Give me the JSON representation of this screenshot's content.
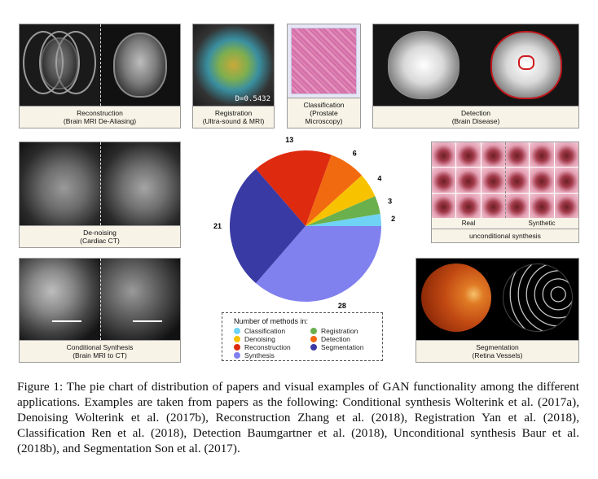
{
  "panels": {
    "reconstruction": {
      "title": "Reconstruction",
      "subtitle": "(Brain MRI De-Aliasing)"
    },
    "registration": {
      "title": "Registration",
      "subtitle": "(Ultra-sound & MRI)",
      "overlay": "D=0.5432"
    },
    "classification": {
      "title": "Classification",
      "subtitle1": "(Prostate",
      "subtitle2": "Microscopy)"
    },
    "detection": {
      "title": "Detection",
      "subtitle": "(Brain Disease)"
    },
    "denoising": {
      "title": "De-noising",
      "subtitle": "(Cardiac CT)"
    },
    "unconditional": {
      "real": "Real",
      "synthetic": "Synthetic",
      "title": "unconditional synthesis"
    },
    "conditional": {
      "title": "Conditional Synthesis",
      "subtitle": "(Brain MRI to CT)"
    },
    "segmentation": {
      "title": "Segmentation",
      "subtitle": "(Retina Vessels)"
    }
  },
  "legend": {
    "title": "Number of methods in:",
    "items": [
      {
        "label": "Classification",
        "color": "#6fd3f5"
      },
      {
        "label": "Registration",
        "color": "#6ab04c"
      },
      {
        "label": "Denoising",
        "color": "#f7c300"
      },
      {
        "label": "Detection",
        "color": "#f26a10"
      },
      {
        "label": "Reconstruction",
        "color": "#de2a0e"
      },
      {
        "label": "Segmentation",
        "color": "#3a3aa4"
      },
      {
        "label": "Synthesis",
        "color": "#8080ee"
      }
    ]
  },
  "chart_data": {
    "type": "pie",
    "categories": [
      "Classification",
      "Registration",
      "Denoising",
      "Detection",
      "Reconstruction",
      "Segmentation",
      "Synthesis"
    ],
    "values": [
      2,
      3,
      4,
      6,
      13,
      21,
      28
    ],
    "colors": [
      "#6fd3f5",
      "#6ab04c",
      "#f7c300",
      "#f26a10",
      "#de2a0e",
      "#3a3aa4",
      "#8080ee"
    ],
    "title": "",
    "legend_placement": "bottom"
  },
  "caption": "Figure 1: The pie chart of distribution of papers and visual examples of GAN functionality among the different applications. Examples are taken from papers as the following: Conditional synthesis Wolterink et al. (2017a), Denoising Wolterink et al. (2017b), Reconstruction Zhang et al. (2018), Registration Yan et al. (2018), Classification Ren et al. (2018), Detection Baumgartner et al. (2018), Unconditional synthesis Baur et al. (2018b), and Segmentation Son et al. (2017)."
}
